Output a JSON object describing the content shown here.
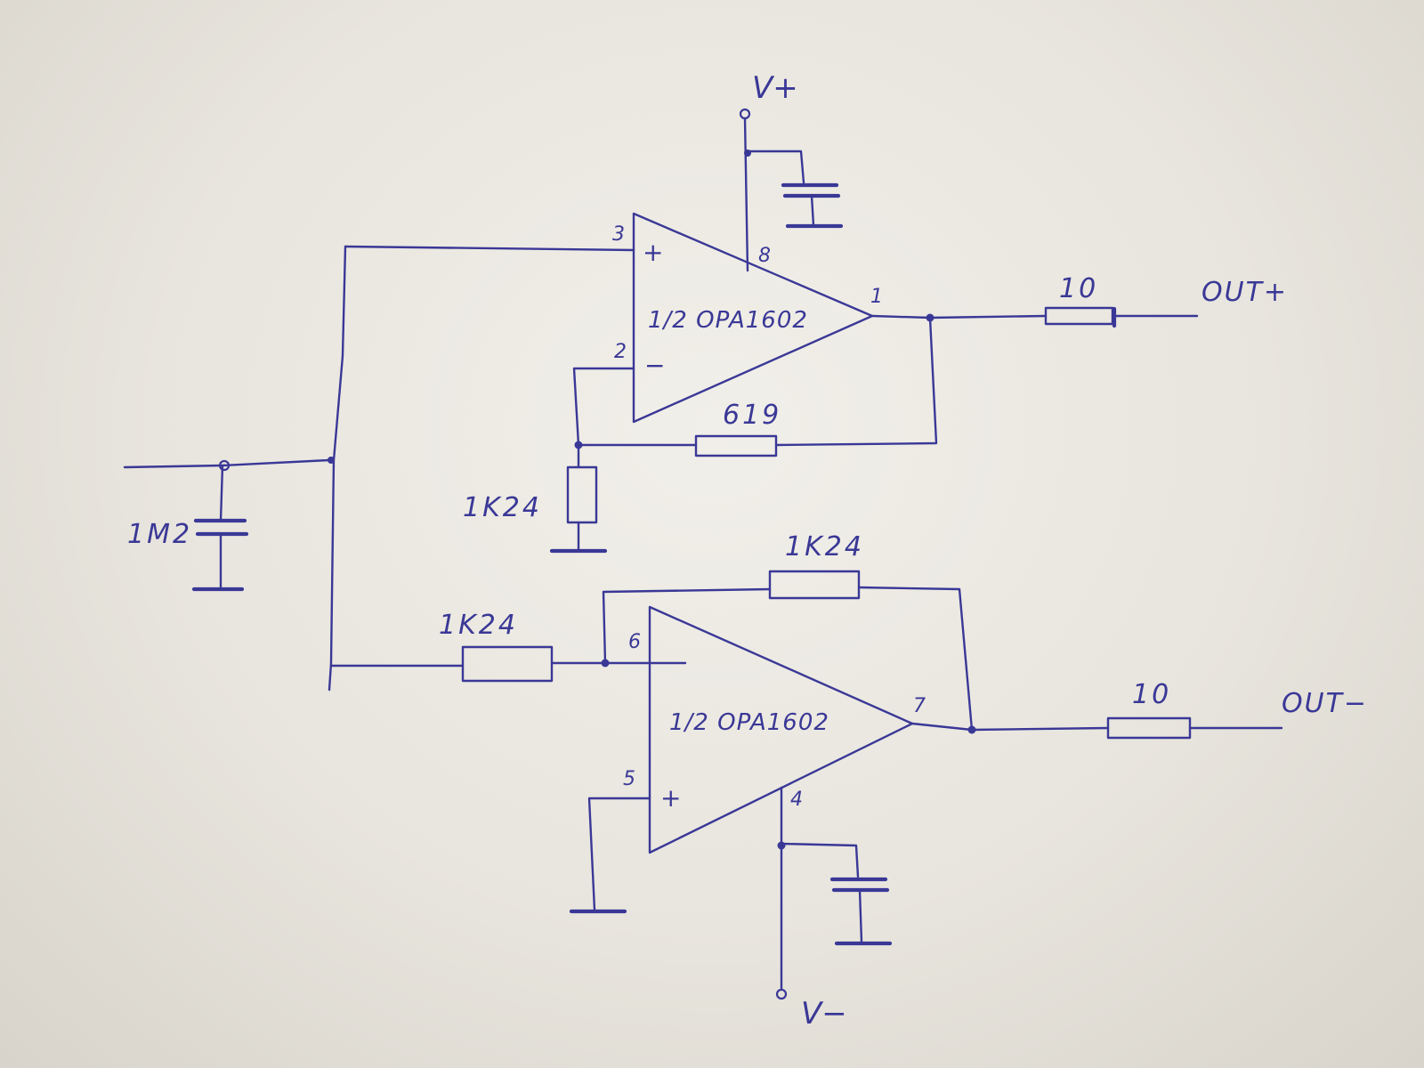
{
  "rails": {
    "vplus": "V+",
    "vminus": "V−"
  },
  "outputs": {
    "plus": "OUT+",
    "minus": "OUT−"
  },
  "opamp_top": {
    "part": "1/2 OPA1602",
    "pins": {
      "noninv": "3",
      "inv": "2",
      "out": "1",
      "supply": "8"
    },
    "signs": {
      "noninv": "+",
      "inv": "−"
    }
  },
  "opamp_bottom": {
    "part": "1/2 OPA1602",
    "pins": {
      "inv": "6",
      "noninv": "5",
      "out": "7",
      "supply": "4"
    },
    "signs": {
      "noninv": "+"
    }
  },
  "components": {
    "input_cap": "1M2",
    "top_feedback": "619",
    "top_ground_res": "1K24",
    "bottom_input_res": "1K24",
    "bottom_feedback": "1K24",
    "out_res_plus": "10",
    "out_res_minus": "10"
  }
}
